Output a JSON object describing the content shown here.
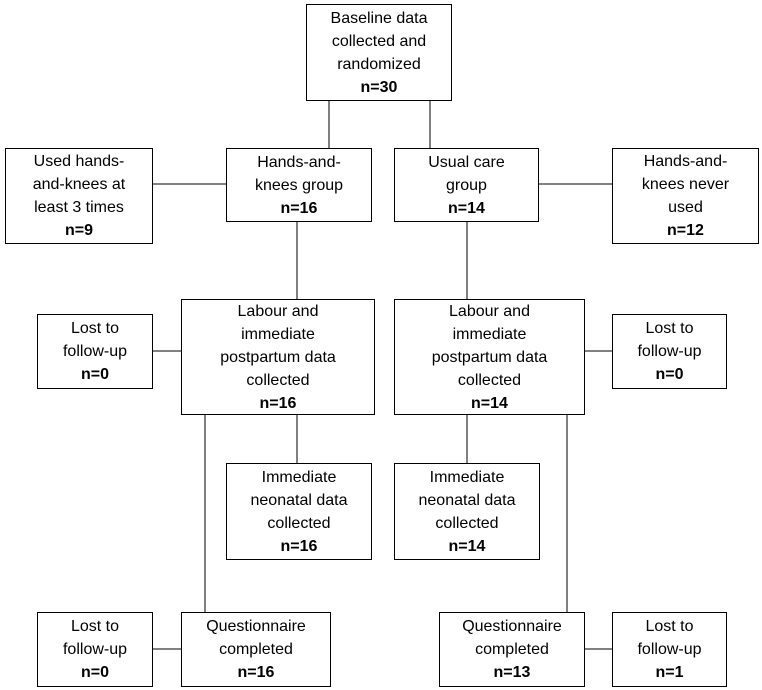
{
  "diagram": {
    "baseline": {
      "lines": [
        "Baseline data",
        "collected and",
        "randomized"
      ],
      "count": "n=30"
    },
    "hk_group": {
      "lines": [
        "Hands-and-",
        "knees group"
      ],
      "count": "n=16"
    },
    "uc_group": {
      "lines": [
        "Usual care",
        "group"
      ],
      "count": "n=14"
    },
    "hk_used": {
      "lines": [
        "Used hands-",
        "and-knees at",
        "least 3 times"
      ],
      "count": "n=9"
    },
    "hk_never": {
      "lines": [
        "Hands-and-",
        "knees never",
        "used"
      ],
      "count": "n=12"
    },
    "labour_left": {
      "lines": [
        "Labour and",
        "immediate",
        "postpartum data",
        "collected"
      ],
      "count": "n=16"
    },
    "labour_right": {
      "lines": [
        "Labour and",
        "immediate",
        "postpartum data",
        "collected"
      ],
      "count": "n=14"
    },
    "lost_labour_left": {
      "lines": [
        "Lost to",
        "follow-up"
      ],
      "count": "n=0"
    },
    "lost_labour_right": {
      "lines": [
        "Lost to",
        "follow-up"
      ],
      "count": "n=0"
    },
    "neonatal_left": {
      "lines": [
        "Immediate",
        "neonatal data",
        "collected"
      ],
      "count": "n=16"
    },
    "neonatal_right": {
      "lines": [
        "Immediate",
        "neonatal data",
        "collected"
      ],
      "count": "n=14"
    },
    "quest_left": {
      "lines": [
        "Questionnaire",
        "completed"
      ],
      "count": "n=16"
    },
    "quest_right": {
      "lines": [
        "Questionnaire",
        "completed"
      ],
      "count": "n=13"
    },
    "lost_quest_left": {
      "lines": [
        "Lost to",
        "follow-up"
      ],
      "count": "n=0"
    },
    "lost_quest_right": {
      "lines": [
        "Lost to",
        "follow-up"
      ],
      "count": "n=1"
    }
  }
}
